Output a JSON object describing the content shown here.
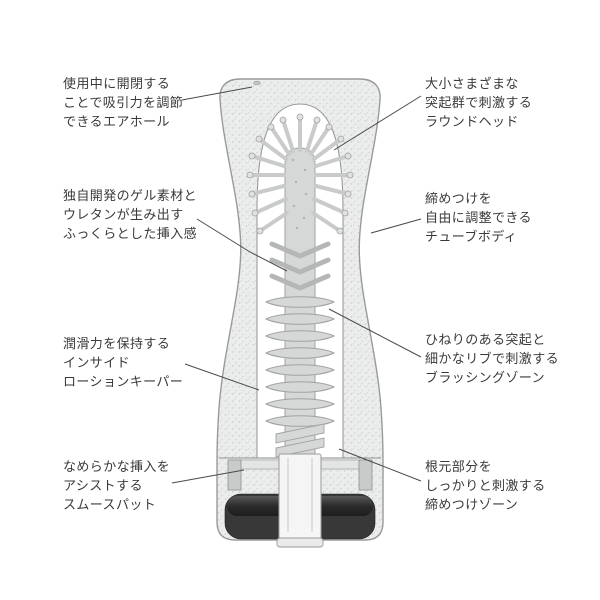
{
  "diagram": {
    "labels": {
      "air_hole": {
        "lines": [
          "使用中に開閉する",
          "ことで吸引力を調節",
          "できるエアホール"
        ]
      },
      "round_head": {
        "lines": [
          "大小さまざまな",
          "突起群で刺激する",
          "ラウンドヘッド"
        ]
      },
      "gel_material": {
        "lines": [
          "独自開発のゲル素材と",
          "ウレタンが生み出す",
          "ふっくらとした挿入感"
        ]
      },
      "tube_body": {
        "lines": [
          "締めつけを",
          "自由に調整できる",
          "チューブボディ"
        ]
      },
      "lotion_keeper": {
        "lines": [
          "潤滑力を保持する",
          "インサイド",
          "ローションキーパー"
        ]
      },
      "brushing_zone": {
        "lines": [
          "ひねりのある突起と",
          "細かなリブで刺激する",
          "ブラッシングゾーン"
        ]
      },
      "smooth_pad": {
        "lines": [
          "なめらかな挿入を",
          "アシストする",
          "スムースパット"
        ]
      },
      "tightening_zone": {
        "lines": [
          "根元部分を",
          "しっかりと刺激する",
          "締めつけゾーン"
        ]
      }
    },
    "colors": {
      "background": "#ffffff",
      "text": "#3a3a3a",
      "body_fill": "#ebedec",
      "speckle_dot": "#c8cac9",
      "body_stroke": "#9a9a9a",
      "cavity_fill": "#ffffff",
      "sleeve_fill": "#d6d8d7",
      "sleeve_stroke": "#a2a4a3",
      "spike_stroke": "#c9cbca",
      "tip_fill": "#e0e2e1",
      "tip_stroke": "#9f9f9f",
      "rib_stroke": "#b5b7b6",
      "dark_base": "#383838",
      "plug_fill": "#f4f5f4",
      "leader_line": "#4a4a4a"
    }
  }
}
